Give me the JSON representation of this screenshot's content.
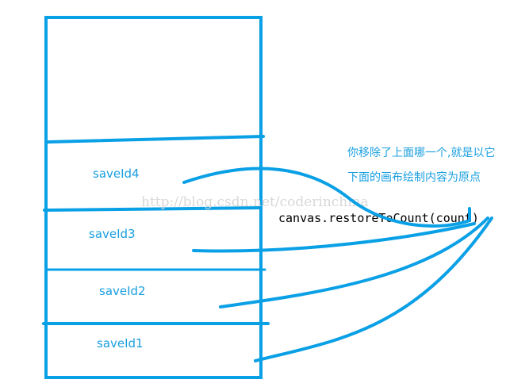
{
  "stack_labels": [
    "saveId4",
    "saveId3",
    "saveId2",
    "saveId1"
  ],
  "call": "canvas.restoreToCount(count)",
  "note_lines": [
    "你移除了上面哪一个,就是以它",
    "下面的画布绘制内容为原点"
  ],
  "watermark": "http://blog.csdn.net/coderinchina",
  "color": "#0aa0e6"
}
